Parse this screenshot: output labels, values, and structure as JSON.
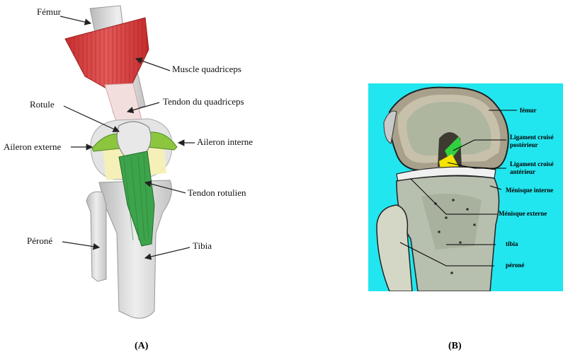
{
  "panel_a": {
    "caption": "(A)",
    "labels": {
      "femur": "Fémur",
      "quadriceps_muscle": "Muscle quadriceps",
      "patella": "Rotule",
      "quadriceps_tendon": "Tendon du quadriceps",
      "lateral_wing": "Aileron externe",
      "medial_wing": "Aileron interne",
      "patellar_tendon": "Tendon rotulien",
      "fibula": "Péroné",
      "tibia": "Tibia"
    }
  },
  "panel_b": {
    "caption": "(B)",
    "labels": {
      "femur": "fémur",
      "pcl_line1": "Ligament croisé",
      "pcl_line2": "postérieur",
      "acl_line1": "Ligament croisé",
      "acl_line2": "antérieur",
      "medial_meniscus": "Ménisque interne",
      "lateral_meniscus": "Ménisque externe",
      "tibia": "tibia",
      "fibula": "péroné"
    }
  },
  "colors": {
    "panel_b_background": "#22e6ef",
    "muscle_red": "#d83b3b",
    "tendon_green": "#3da44c",
    "wing_green": "#8cc63f",
    "bone_gray": "#d9d9d9",
    "cartilage_yellow": "#f4f0a8"
  }
}
